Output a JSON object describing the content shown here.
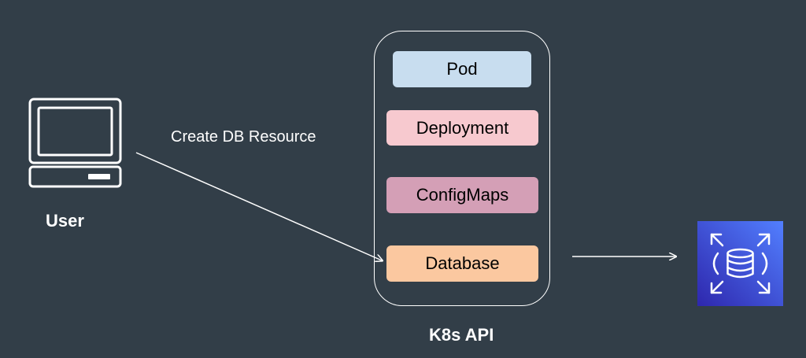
{
  "user": {
    "label": "User",
    "icon": "computer-icon"
  },
  "edge": {
    "label": "Create DB Resource"
  },
  "api": {
    "label": "K8s API",
    "resources": [
      {
        "label": "Pod",
        "color": "#c8ddef"
      },
      {
        "label": "Deployment",
        "color": "#f7c9cf"
      },
      {
        "label": "ConfigMaps",
        "color": "#d49fb6"
      },
      {
        "label": "Database",
        "color": "#fbc8a0"
      }
    ]
  },
  "target": {
    "icon": "rds-database-icon",
    "color": "#3b48cc"
  },
  "colors": {
    "background": "#323e48",
    "line": "#ffffff"
  }
}
